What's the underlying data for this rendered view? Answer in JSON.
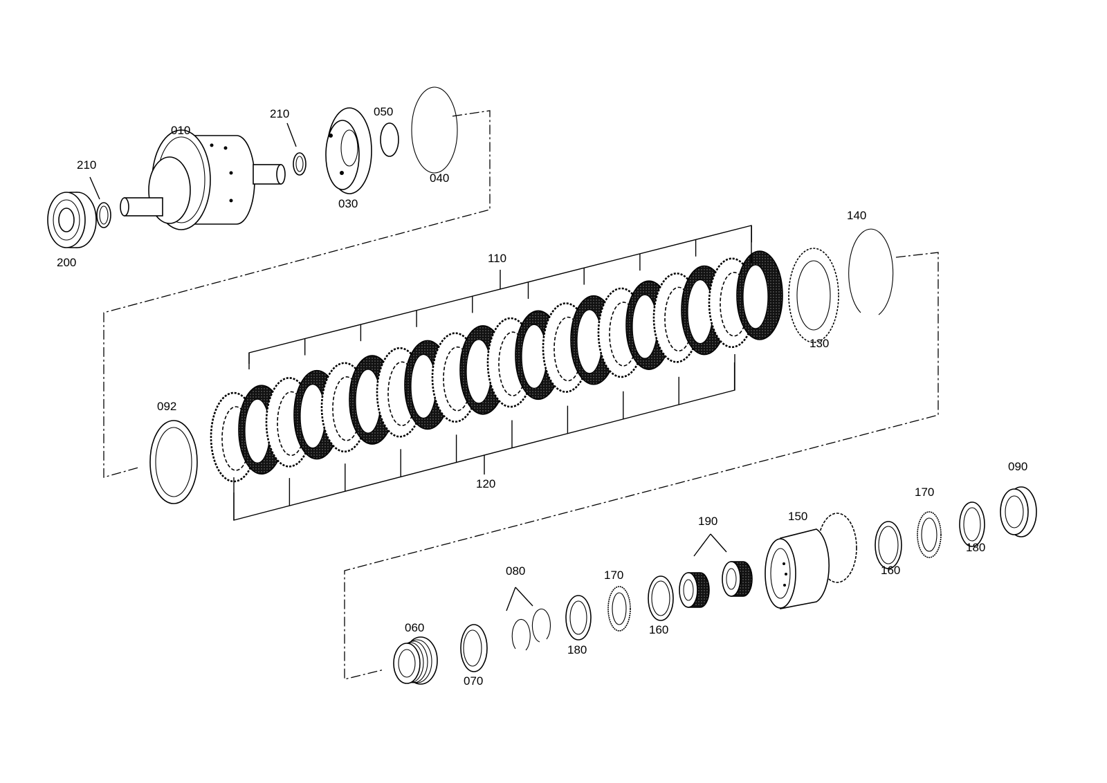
{
  "labels": {
    "p010": "010",
    "p030": "030",
    "p040": "040",
    "p050": "050",
    "p060": "060",
    "p070": "070",
    "p080": "080",
    "p090": "090",
    "p092": "092",
    "p110": "110",
    "p120": "120",
    "p130": "130",
    "p140": "140",
    "p150": "150",
    "p160a": "160",
    "p160b": "160",
    "p170a": "170",
    "p170b": "170",
    "p180a": "180",
    "p180b": "180",
    "p190": "190",
    "p200": "200",
    "p210a": "210",
    "p210b": "210"
  }
}
